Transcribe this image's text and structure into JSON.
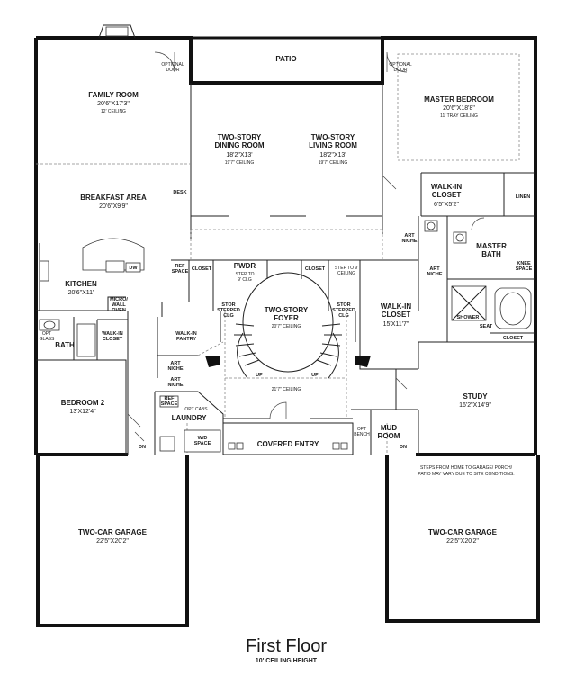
{
  "title": "First Floor",
  "subtitle": "10' CEILING HEIGHT",
  "rooms": [
    {
      "id": "patio",
      "label": "PATIO"
    },
    {
      "id": "family-room",
      "label": "FAMILY ROOM",
      "dims": "20'6\"X17'3\"",
      "note": "12' CEILING"
    },
    {
      "id": "dining-room",
      "label": "TWO-STORY\nDINING ROOM",
      "dims": "18'2\"X13'",
      "note": "19'7\" CEILING"
    },
    {
      "id": "living-room",
      "label": "TWO-STORY\nLIVING ROOM",
      "dims": "18'2\"X13'",
      "note": "19'7\" CEILING"
    },
    {
      "id": "master-bedroom",
      "label": "MASTER BEDROOM",
      "dims": "20'6\"X18'8\"",
      "note": "11' TRAY CEILING"
    },
    {
      "id": "breakfast-area",
      "label": "BREAKFAST AREA",
      "dims": "20'6\"X9'9\""
    },
    {
      "id": "kitchen",
      "label": "KITCHEN",
      "dims": "20'6\"X11'"
    },
    {
      "id": "walk-in-closet-small",
      "label": "WALK-IN\nCLOSET",
      "dims": "6'5\"X5'2\""
    },
    {
      "id": "master-bath",
      "label": "MASTER\nBATH"
    },
    {
      "id": "walk-in-closet-large",
      "label": "WALK-IN\nCLOSET",
      "dims": "15'X11'7\""
    },
    {
      "id": "foyer",
      "label": "TWO-STORY\nFOYER",
      "note": "20'7\" CEILING"
    },
    {
      "id": "bedroom-2",
      "label": "BEDROOM 2",
      "dims": "13'X12'4\""
    },
    {
      "id": "study",
      "label": "STUDY",
      "dims": "16'2\"X14'9\""
    },
    {
      "id": "laundry",
      "label": "LAUNDRY"
    },
    {
      "id": "mud-room",
      "label": "MUD\nROOM"
    },
    {
      "id": "covered-entry",
      "label": "COVERED ENTRY"
    },
    {
      "id": "garage-left",
      "label": "TWO-CAR GARAGE",
      "dims": "22'5\"X20'2\""
    },
    {
      "id": "garage-right",
      "label": "TWO-CAR GARAGE",
      "dims": "22'5\"X20'2\""
    },
    {
      "id": "bath",
      "label": "BATH"
    }
  ],
  "notes": {
    "optional_door_left": "OPTIONAL\nDOOR",
    "optional_door_right": "OPTIONAL\nDOOR",
    "desk": "DESK",
    "dw": "DW",
    "ref_space_kitchen": "REF\nSPACE",
    "closet_kitchen": "CLOSET",
    "micro_wall_oven": "MICRO/\nWALL\nOVEN",
    "pwdr": "PWDR",
    "step_to_clg_pwdr": "STEP TO\n9' CLG",
    "closet_foyer": "CLOSET",
    "step_to_ceiling": "STEP TO 9'\nCEILING",
    "stor_left": "STOR\nSTEPPED\nCLG",
    "stor_right": "STOR\nSTEPPED\nCLG",
    "art_niche_1": "ART\nNICHE",
    "art_niche_2": "ART\nNICHE",
    "art_niche_3": "ART\nNICHE",
    "art_niche_4": "ART\nNICHE",
    "linen": "LINEN",
    "knee_space": "KNEE\nSPACE",
    "shower": "SHOWER",
    "seat": "SEAT",
    "closet_master": "CLOSET",
    "walk_in_pantry": "WALK-IN\nPANTRY",
    "walk_in_closet_bath": "WALK-IN\nCLOSET",
    "opt": "OPT\nGLASS",
    "ref_space_laundry": "REF\nSPACE",
    "opt_cabs": "OPT CABS",
    "wd_space": "W/D\nSPACE",
    "up_left": "UP",
    "up_right": "UP",
    "foyer_ceiling": "21'7\" CEILING",
    "dn_left": "DN",
    "dn_right": "DN",
    "opt_bench": "OPT\nBENCH",
    "garage_note": "STEPS FROM HOME TO GARAGE/ PORCH/\nPATIO MAY VARY DUE TO SITE CONDITIONS."
  }
}
